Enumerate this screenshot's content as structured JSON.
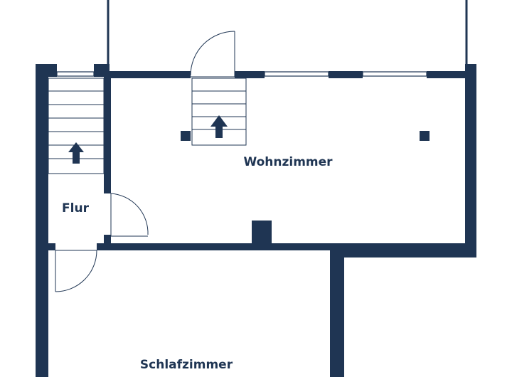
{
  "colors": {
    "wall": "#1f3553",
    "background": "#ffffff",
    "line": "#1f3553"
  },
  "rooms": {
    "wohnzimmer": "Wohnzimmer",
    "flur": "Flur",
    "schlafzimmer": "Schlafzimmer"
  },
  "icons": {
    "stairs_arrow": "arrow-up-icon"
  }
}
